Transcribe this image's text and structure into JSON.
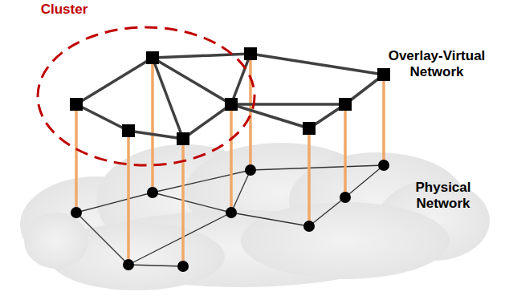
{
  "diagram": {
    "labels": [
      "Cluster",
      "Overlay-Virtual Network",
      "Physical Network"
    ]
  }
}
